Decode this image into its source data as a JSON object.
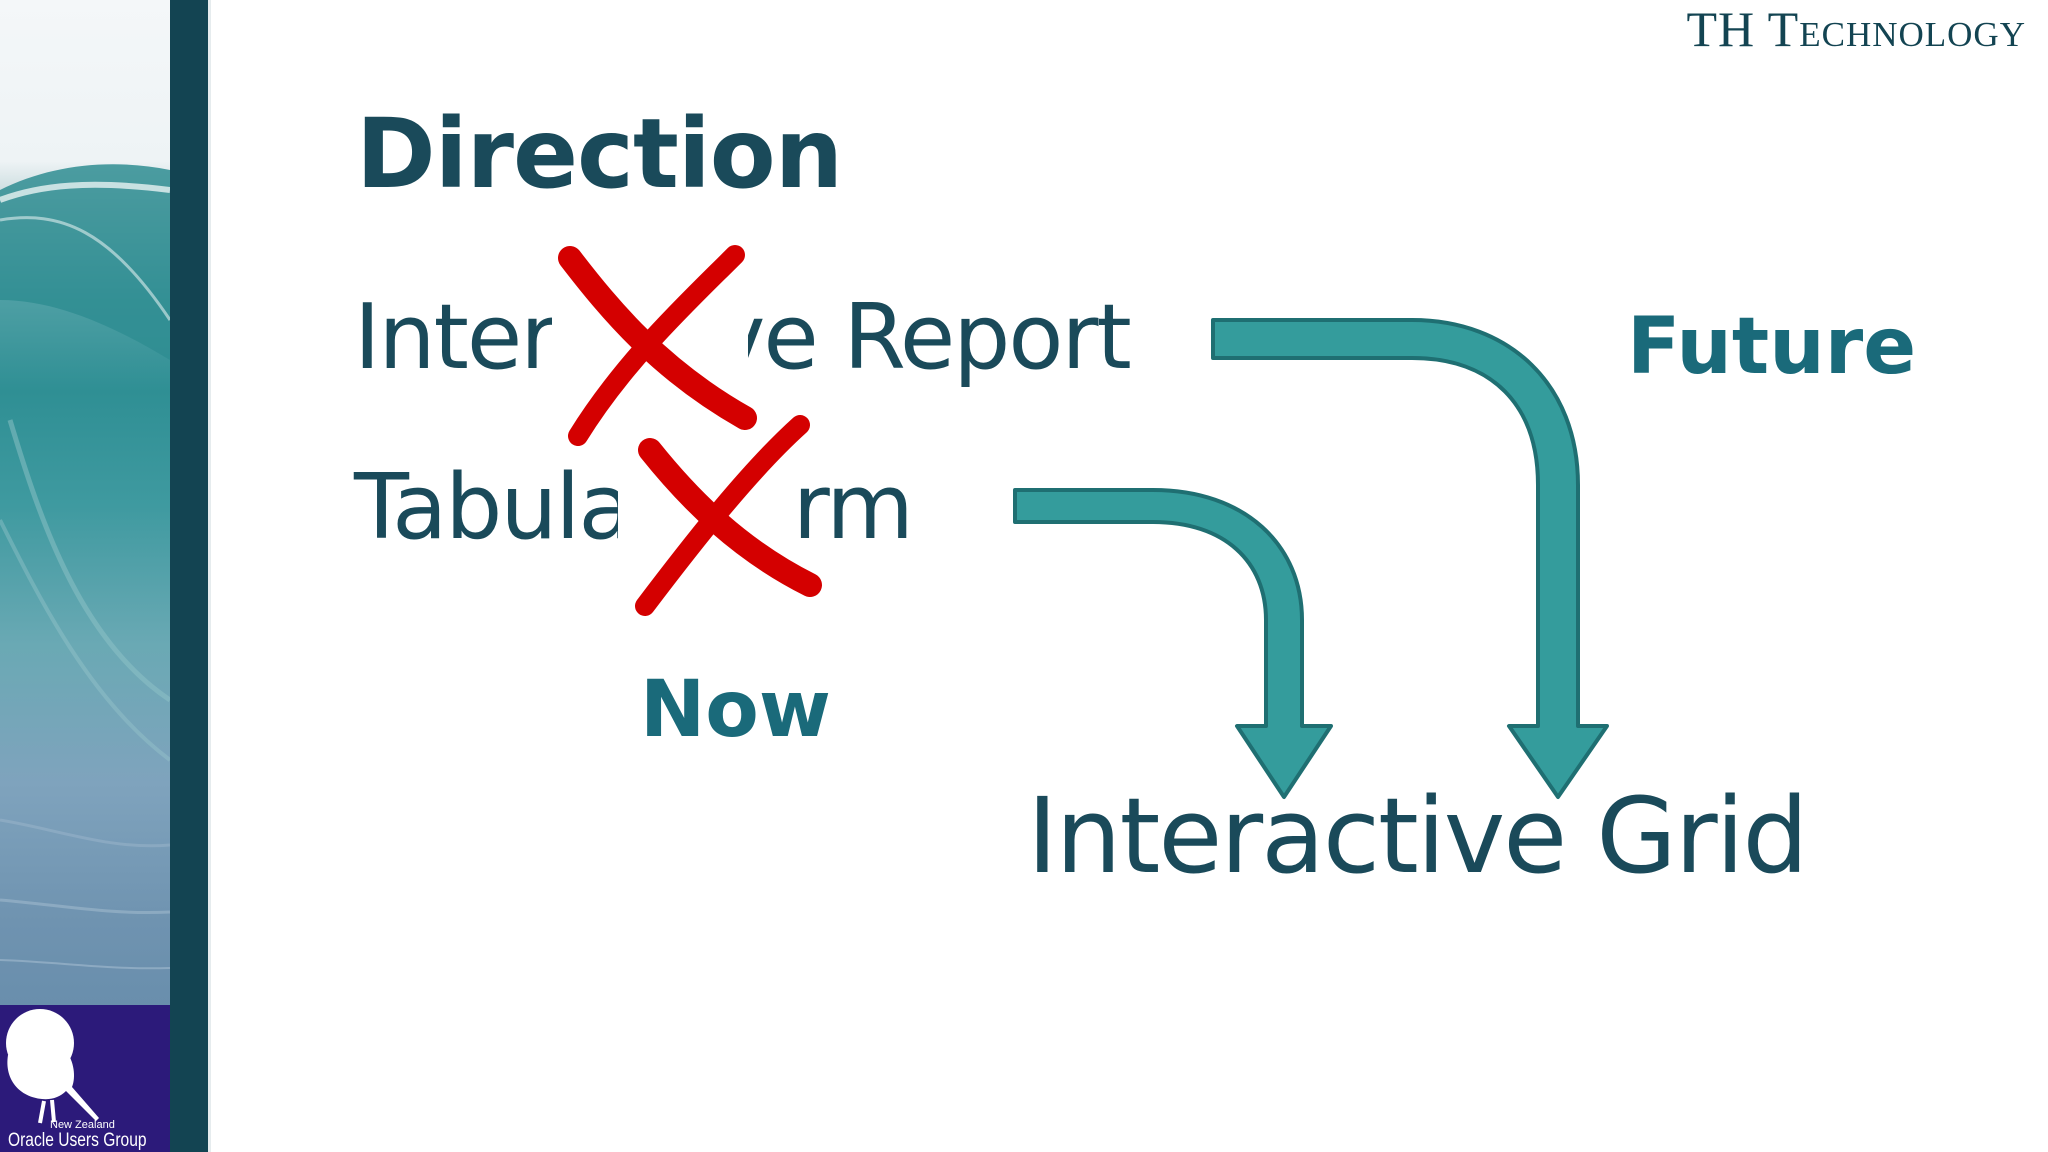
{
  "brand": "TH Technology",
  "title": "Direction",
  "struck_items": [
    {
      "label": "Interactive Report"
    },
    {
      "label": "Tabular Form"
    }
  ],
  "labels": {
    "future": "Future",
    "now": "Now",
    "target": "Interactive Grid"
  },
  "logo": {
    "small": "New Zealand",
    "main": "Oracle Users Group"
  },
  "colors": {
    "arrow_fill": "#349c9c",
    "arrow_stroke": "#1f6f72",
    "cross": "#d40000",
    "text_dark": "#1a4a5a",
    "bar": "#134452",
    "logo_bg": "#2c1a7a"
  },
  "icons": [
    "wave-image",
    "kiwi-logo-icon",
    "cross-mark-icon",
    "curved-arrow-icon"
  ]
}
